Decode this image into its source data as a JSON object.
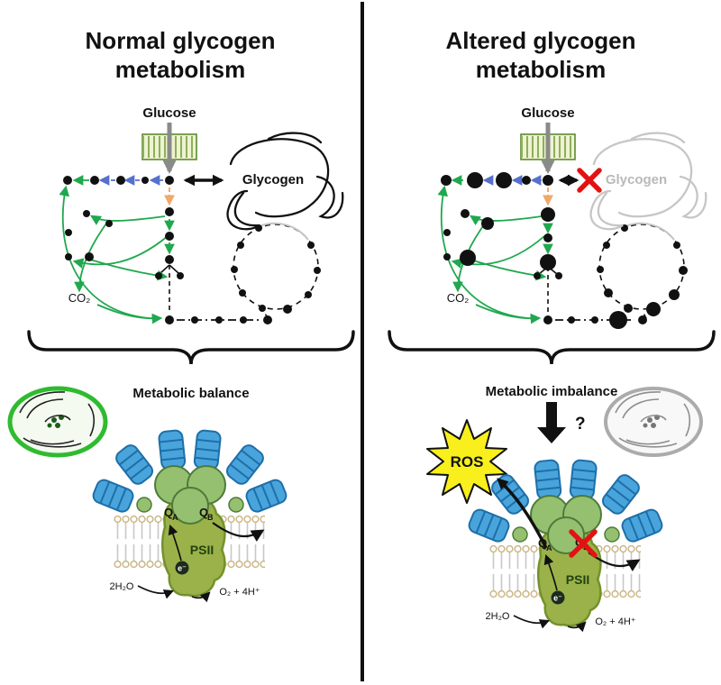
{
  "colors": {
    "divider": "#111111",
    "green_arrow": "#1fa84e",
    "blue_arrow": "#5571cc",
    "orange_arrow": "#f0a868",
    "red_x": "#e31212",
    "ros_yellow": "#f8ef1c",
    "rod_blue": "#4aa4dc",
    "core_green": "#95c06f",
    "psii_olive": "#9bb24a",
    "cell_green": "#2fbb2f",
    "inactive_gray": "#c6c6c6"
  },
  "left": {
    "title_line1": "Normal glycogen",
    "title_line2": "metabolism",
    "glucose_label": "Glucose",
    "glycogen_label": "Glycogen",
    "co2_label": "CO₂",
    "brace_label": "Metabolic balance",
    "psii": {
      "q": "Q",
      "qa_sub": "A",
      "qb_sub": "B",
      "complex_label": "PSII",
      "electron_label": "e⁻",
      "water_label": "2H₂O",
      "oxygen_label": "O₂ + 4H⁺"
    }
  },
  "right": {
    "title_line1": "Altered glycogen",
    "title_line2": "metabolism",
    "glucose_label": "Glucose",
    "glycogen_label": "Glycogen",
    "co2_label": "CO₂",
    "brace_label": "Metabolic imbalance",
    "question_label": "?",
    "ros_label": "ROS",
    "psii": {
      "q": "Q",
      "qa_sub": "A",
      "qb_sub": "B",
      "complex_label": "PSII",
      "electron_label": "e⁻",
      "water_label": "2H₂O",
      "oxygen_label": "O₂ + 4H⁺"
    }
  }
}
